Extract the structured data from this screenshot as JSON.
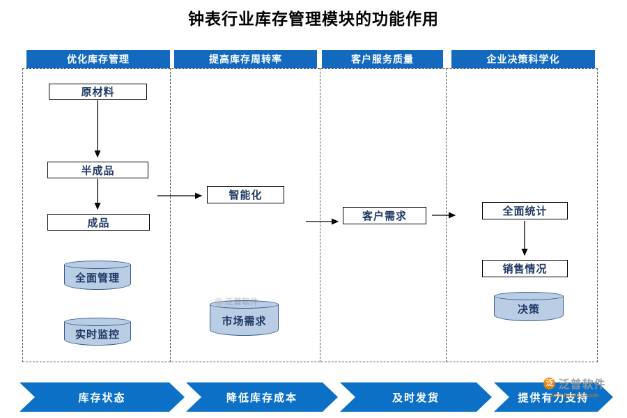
{
  "title": "钟表行业库存管理模块的功能作用",
  "columns": [
    {
      "header": "优化库存管理"
    },
    {
      "header": "提高库存周转率"
    },
    {
      "header": "客户服务质量"
    },
    {
      "header": "企业决策科学化"
    }
  ],
  "flow": {
    "raw_material": "原材料",
    "semi_finished": "半成品",
    "finished_goods": "成品",
    "full_management": "全面管理",
    "realtime_monitoring": "实时监控",
    "intelligence": "智能化",
    "market_demand": "市场需求",
    "customer_demand": "客户需求",
    "comprehensive_statistics": "全面统计",
    "sales_situation": "销售情况",
    "decision": "决策"
  },
  "banners": [
    {
      "label": "库存状态"
    },
    {
      "label": "降低库存成本"
    },
    {
      "label": "及时发货"
    },
    {
      "label": "提供有力支持"
    }
  ],
  "watermark": {
    "brand": "泛普软件",
    "url": "www.fanpusoft.com",
    "logo_glyph": "泛"
  },
  "colors": {
    "header_blue": "#1269BE",
    "banner_blue": "#0C70C6",
    "cylinder_fill": "#B9CDE5",
    "cylinder_border": "#385D8A",
    "node_text": "#1F3864",
    "watermark_orange": "#F08300"
  }
}
